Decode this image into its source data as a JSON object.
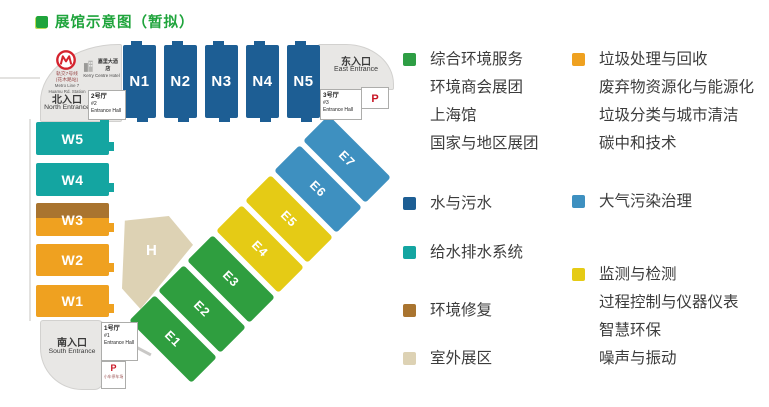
{
  "title": {
    "text": "展馆示意图（暂拟）",
    "color": "#1fa43c"
  },
  "palette": {
    "green": "#2f9e3f",
    "dark_blue": "#1d5e94",
    "teal": "#14a5a1",
    "brown": "#a9742f",
    "beige": "#ddd2b4",
    "orange": "#efa120",
    "light_blue": "#3e90c0",
    "yellow": "#e5cb15",
    "parking_red": "#c81423",
    "metro_red": "#d5232e"
  },
  "map": {
    "entrances": {
      "north": {
        "cn": "北入口",
        "en": "North Entrance"
      },
      "east": {
        "cn": "东入口",
        "en": "East Entrance"
      },
      "south": {
        "cn": "南入口",
        "en": "South Entrance"
      }
    },
    "metro": {
      "lines": [
        "轨交7号线",
        "(花木路站)",
        "Metro Line 7",
        "Huamu Rd. Station"
      ]
    },
    "hotel": {
      "cn": "嘉里大酒店",
      "en": "Kerry Centre Hotel"
    },
    "entrance_halls": [
      {
        "id": "2",
        "cn": "2号厅",
        "num": "#2",
        "en": "Entrance Hall"
      },
      {
        "id": "3",
        "cn": "3号厅",
        "num": "#3",
        "en": "Entrance Hall"
      },
      {
        "id": "1",
        "cn": "1号厅",
        "num": "#1",
        "en": "Entrance Hall"
      }
    ],
    "parking": {
      "east": {
        "label": "P"
      },
      "south": {
        "label": "P",
        "note": "小车停车场"
      }
    },
    "halls": [
      {
        "id": "N1",
        "color": "#1d5e94"
      },
      {
        "id": "N2",
        "color": "#1d5e94"
      },
      {
        "id": "N3",
        "color": "#1d5e94"
      },
      {
        "id": "N4",
        "color": "#1d5e94"
      },
      {
        "id": "N5",
        "color": "#1d5e94"
      },
      {
        "id": "W5",
        "color": "#14a5a1"
      },
      {
        "id": "W4",
        "color": "#14a5a1"
      },
      {
        "id": "W3",
        "colors": [
          "#a9742f",
          "#efa120"
        ]
      },
      {
        "id": "W2",
        "color": "#efa120"
      },
      {
        "id": "W1",
        "color": "#efa120"
      },
      {
        "id": "E1",
        "color": "#2f9e3f"
      },
      {
        "id": "E2",
        "color": "#2f9e3f"
      },
      {
        "id": "E3",
        "color": "#2f9e3f"
      },
      {
        "id": "E4",
        "color": "#e5cb15"
      },
      {
        "id": "E5",
        "color": "#e5cb15"
      },
      {
        "id": "E6",
        "color": "#3e90c0"
      },
      {
        "id": "E7",
        "color": "#3e90c0"
      },
      {
        "id": "H",
        "color": "#ddd2b4"
      }
    ]
  },
  "legend": {
    "left": [
      {
        "color": "#2e9e44",
        "items": [
          "综合环境服务",
          "环境商会展团",
          "上海馆",
          "国家与地区展团"
        ]
      },
      {
        "color": "#1d5e94",
        "items": [
          "水与污水"
        ]
      },
      {
        "color": "#14a5a1",
        "items": [
          "给水排水系统"
        ]
      },
      {
        "color": "#a9742f",
        "items": [
          "环境修复"
        ]
      },
      {
        "color": "#ddd2b4",
        "items": [
          "室外展区"
        ]
      }
    ],
    "right": [
      {
        "color": "#efa120",
        "items": [
          "垃圾处理与回收",
          "废弃物资源化与能源化",
          "垃圾分类与城市清洁",
          "碳中和技术"
        ]
      },
      {
        "color": "#3e90c0",
        "items": [
          "大气污染治理"
        ]
      },
      {
        "color": "#e5cb15",
        "items": [
          "监测与检测",
          "过程控制与仪器仪表",
          "智慧环保",
          "噪声与振动"
        ]
      }
    ]
  }
}
